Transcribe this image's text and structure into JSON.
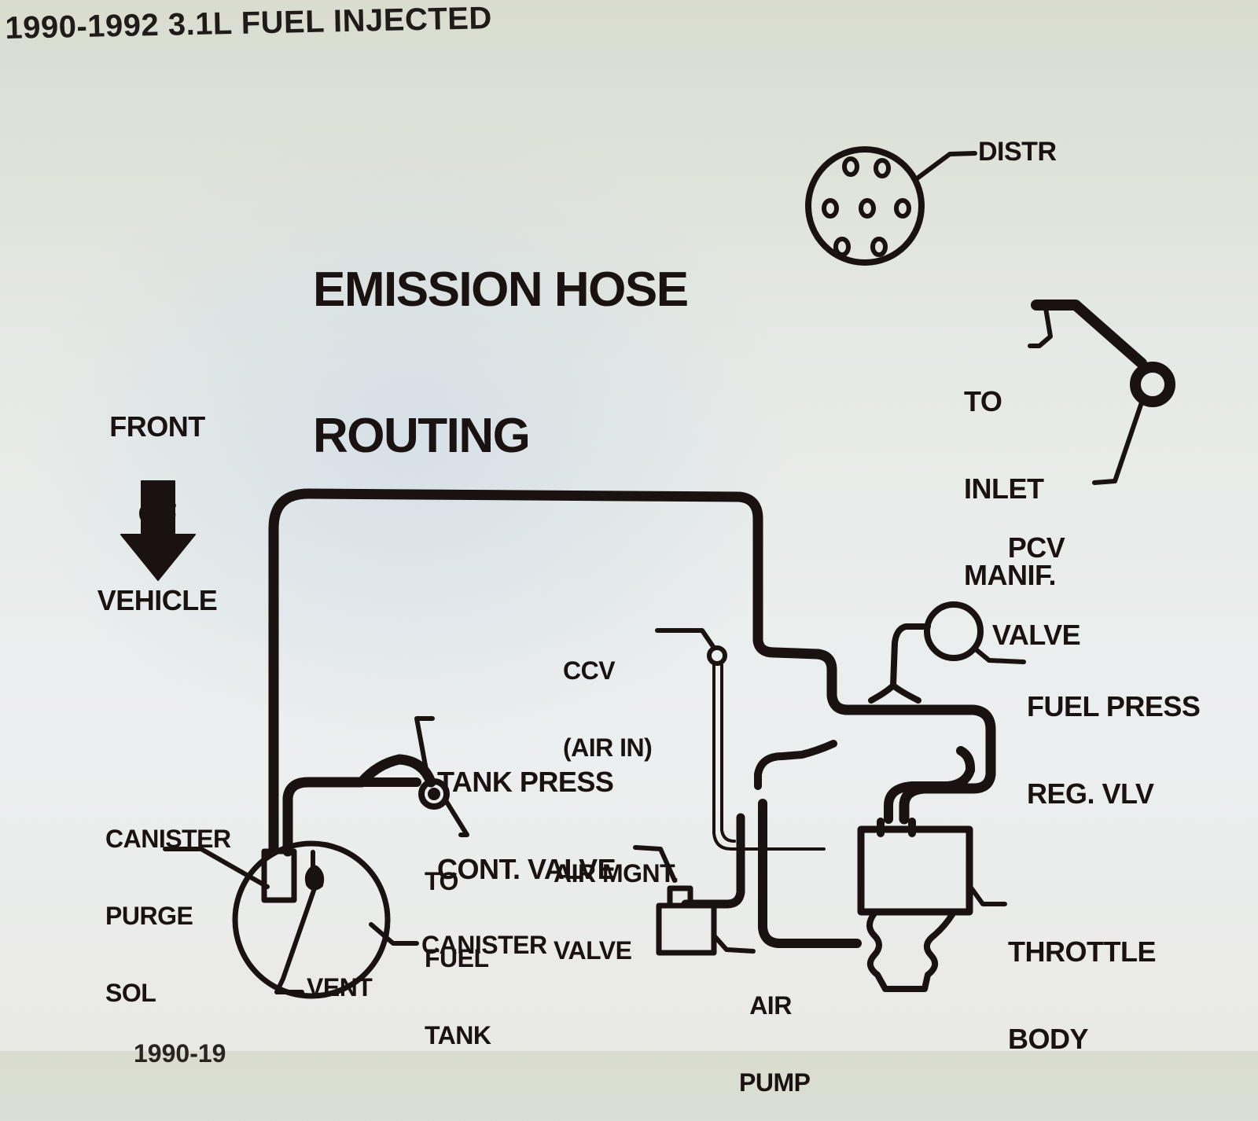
{
  "page": {
    "heading": "1990-1992 3.1L FUEL INJECTED",
    "footer_partial": "1990-19"
  },
  "diagram": {
    "title_lines": [
      "EMISSION HOSE",
      "ROUTING"
    ],
    "orientation": {
      "lines": [
        "FRONT",
        "OF",
        "VEHICLE"
      ],
      "arrow": "down-arrow-icon"
    },
    "components": {
      "distributor": {
        "label": "DISTR",
        "icon": "distributor-cap-icon"
      },
      "pcv_inlet": {
        "lines": [
          "TO",
          "INLET",
          "MANIF."
        ]
      },
      "pcv_valve": {
        "lines": [
          "PCV",
          "VALVE"
        ]
      },
      "ccv": {
        "lines": [
          "CCV",
          "(AIR IN)"
        ]
      },
      "fuel_press_reg": {
        "lines": [
          "FUEL PRESS",
          "REG. VLV"
        ]
      },
      "tank_press_valve": {
        "lines": [
          "TANK PRESS",
          "CONT. VALVE"
        ]
      },
      "to_fuel_tank": {
        "lines": [
          "TO",
          "FUEL",
          "TANK"
        ]
      },
      "canister_purge_sol": {
        "lines": [
          "CANISTER",
          "PURGE",
          "SOL"
        ]
      },
      "air_mgmt_valve": {
        "lines": [
          "AIR MGNT.",
          "VALVE"
        ]
      },
      "throttle_body": {
        "lines": [
          "THROTTLE",
          "BODY"
        ]
      },
      "canister": {
        "label": "CANISTER"
      },
      "vent": {
        "label": "VENT"
      },
      "air_pump": {
        "lines": [
          "AIR",
          "PUMP"
        ]
      }
    },
    "colors": {
      "ink": "#1a1210"
    }
  }
}
